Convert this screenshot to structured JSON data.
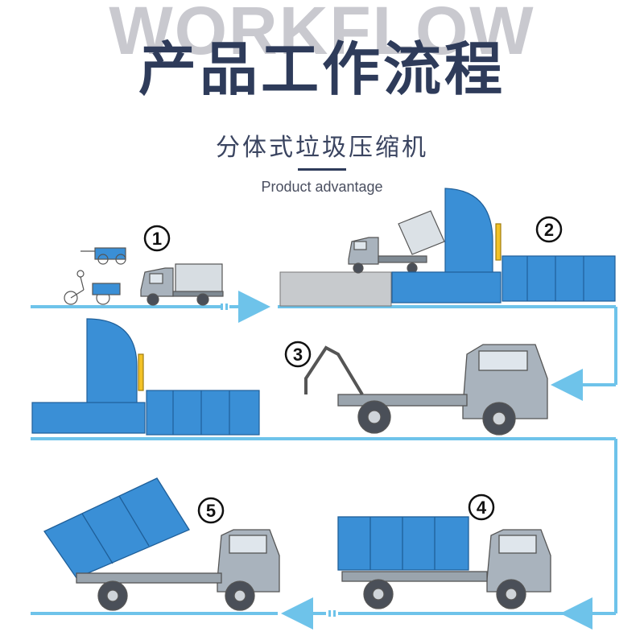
{
  "header": {
    "background_word": "WORKFLOW",
    "title": "产品工作流程",
    "subtitle": "分体式垃圾压缩机",
    "english_label": "Product advantage"
  },
  "steps": [
    {
      "number": "1"
    },
    {
      "number": "2"
    },
    {
      "number": "3"
    },
    {
      "number": "4"
    },
    {
      "number": "5"
    }
  ],
  "colors": {
    "flow_line": "#6ec3ea",
    "container_blue": "#3a8fd6",
    "truck_gray": "#a9b3bd",
    "title_navy": "#2e3b5a"
  }
}
